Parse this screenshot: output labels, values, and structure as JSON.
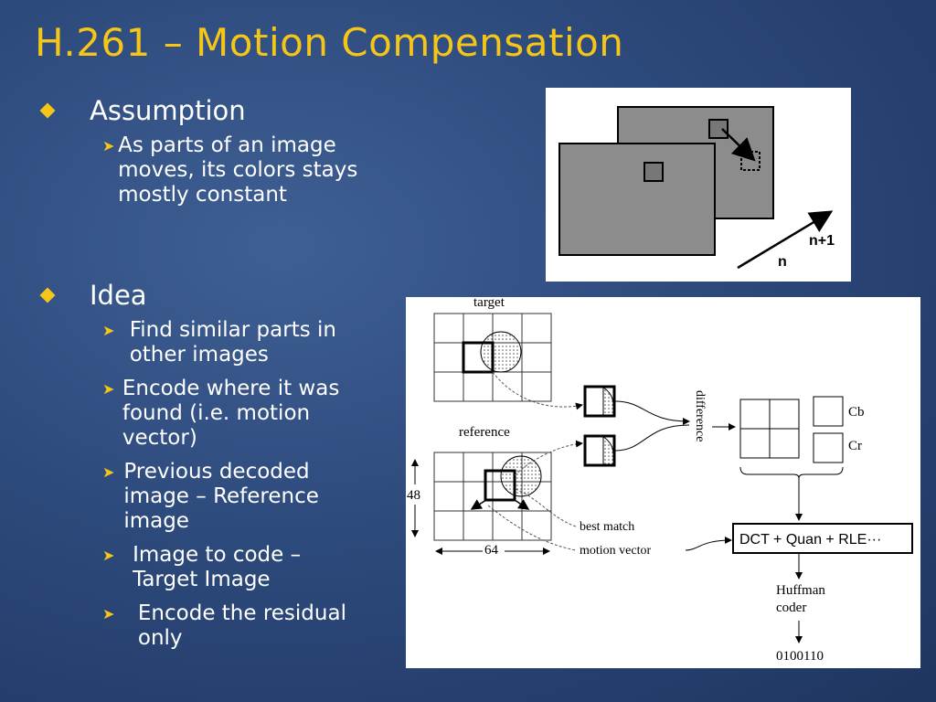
{
  "slide": {
    "title": "H.261 – Motion Compensation",
    "bullets": [
      {
        "label": "Assumption",
        "subs": [
          "As parts of an image moves, its colors stays mostly constant"
        ]
      },
      {
        "label": "Idea",
        "subs": [
          "Find similar parts in other images",
          "Encode where it was found (i.e. motion vector)",
          "Previous decoded image – Reference image",
          "Image to code – Target Image",
          "Encode the residual only"
        ]
      }
    ]
  },
  "figure1": {
    "label_next": "n+1",
    "label_current": "n"
  },
  "figure2": {
    "target_label": "target",
    "reference_label": "reference",
    "difference_label": "difference",
    "cb_label": "Cb",
    "cr_label": "Cr",
    "height_label": "48",
    "width_label": "64",
    "best_match_label": "best match",
    "motion_vector_label": "motion vector",
    "dct_label": "DCT + Quan + RLE···",
    "huffman_line1": "Huffman",
    "huffman_line2": "coder",
    "output_bits": "0100110"
  },
  "colors": {
    "title": "#f5c518",
    "bullet": "#f5c518",
    "text": "#ffffff",
    "background": "#2d4a7c"
  }
}
